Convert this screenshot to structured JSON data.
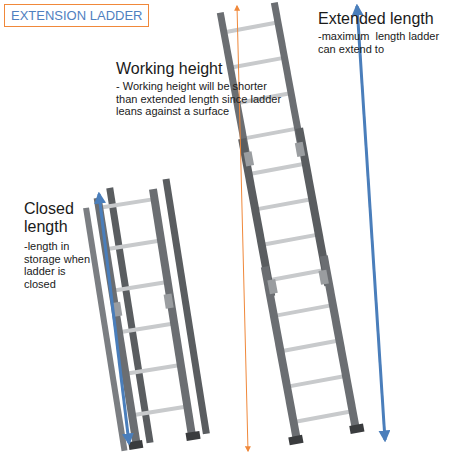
{
  "diagram": {
    "title": "EXTENSION LADDER",
    "labels": [
      "Working height",
      "- Working height will be shorter than extended length since ladder leans against a surface",
      "Extended length",
      "-maximum  length ladder can extend to",
      "Closed length",
      "-length in storage when ladder is closed"
    ]
  }
}
